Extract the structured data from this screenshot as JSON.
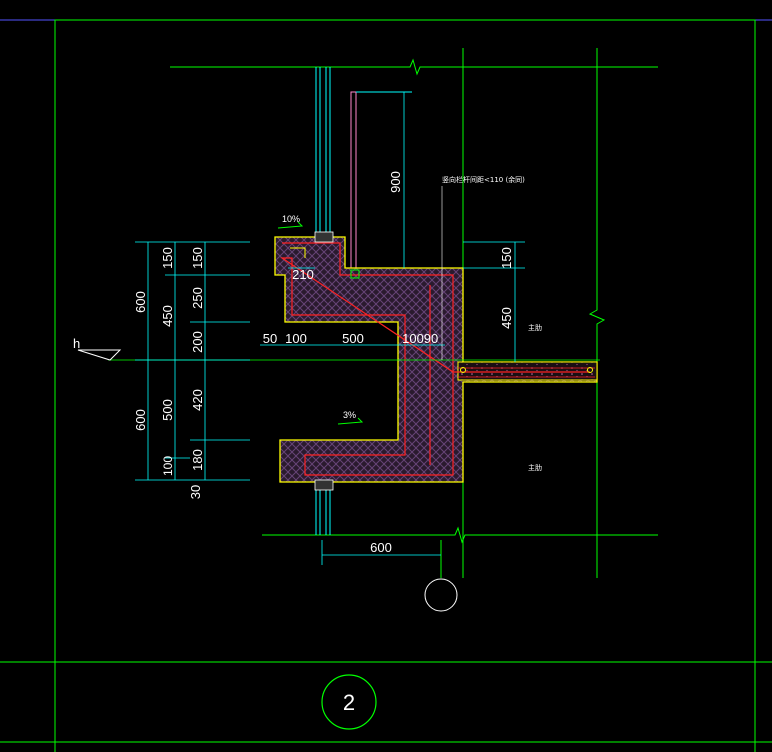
{
  "drawing": {
    "colors": {
      "background": "#000000",
      "frame": "#00ff00",
      "dimension": "#00ffff",
      "concrete_outline": "#ffff00",
      "rebar": "#ff0000",
      "glazing": "#ff88cc",
      "hatch": "#553366",
      "border": "#5555ff"
    },
    "detail_number": "2",
    "level_mark": "h",
    "note_railing": "竖向栏杆间距<110 (余同)",
    "slope_top": "10%",
    "slope_bottom": "3%",
    "label_upper_slab": "主肋",
    "label_lower_slab": "主肋",
    "dims_left_outer": [
      "600",
      "600",
      "30"
    ],
    "dims_left_mid": [
      "150",
      "450",
      "500",
      "100"
    ],
    "dims_left_inner": [
      "150",
      "250",
      "200",
      "420",
      "180"
    ],
    "dim_900": "900",
    "dim_210": "210",
    "dims_horizontal": [
      "50",
      "100",
      "500",
      "100",
      "90"
    ],
    "dims_right": [
      "150",
      "450"
    ],
    "dim_bottom": "600"
  }
}
